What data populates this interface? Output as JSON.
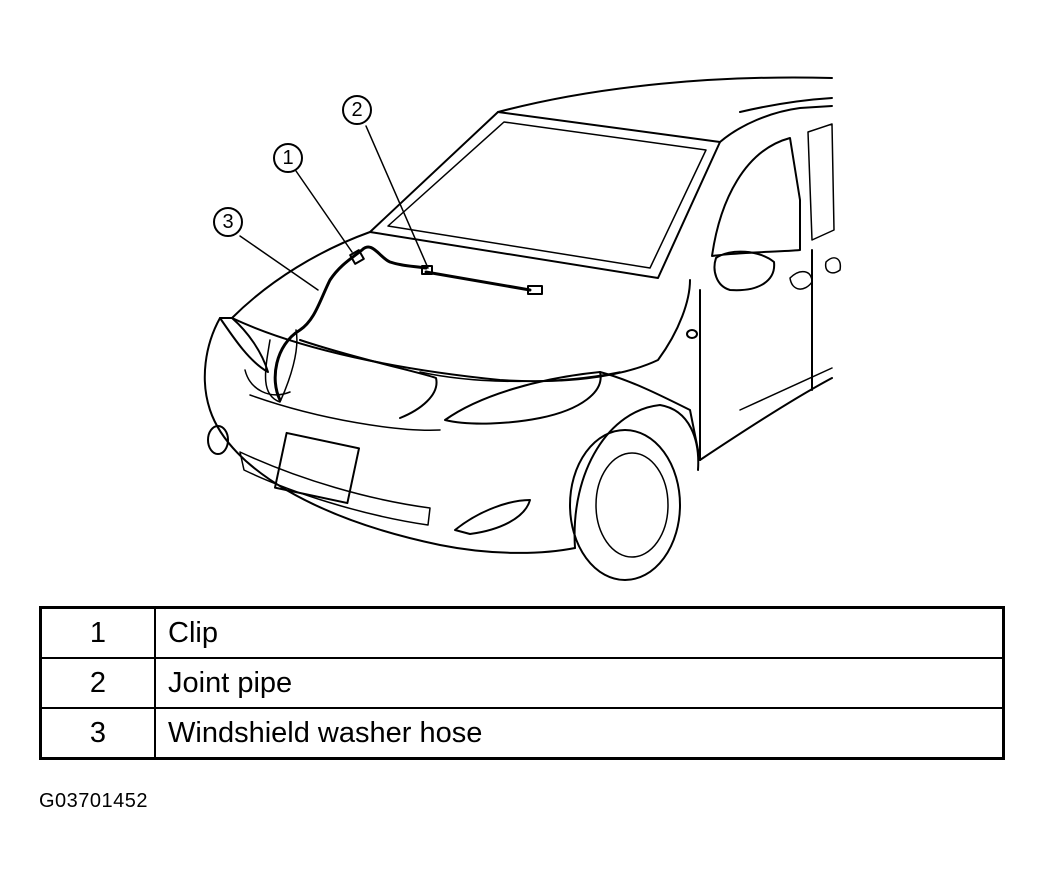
{
  "callouts": [
    {
      "number": "1",
      "label": "Clip"
    },
    {
      "number": "2",
      "label": "Joint pipe"
    },
    {
      "number": "3",
      "label": "Windshield washer hose"
    }
  ],
  "figure_code": "G03701452"
}
